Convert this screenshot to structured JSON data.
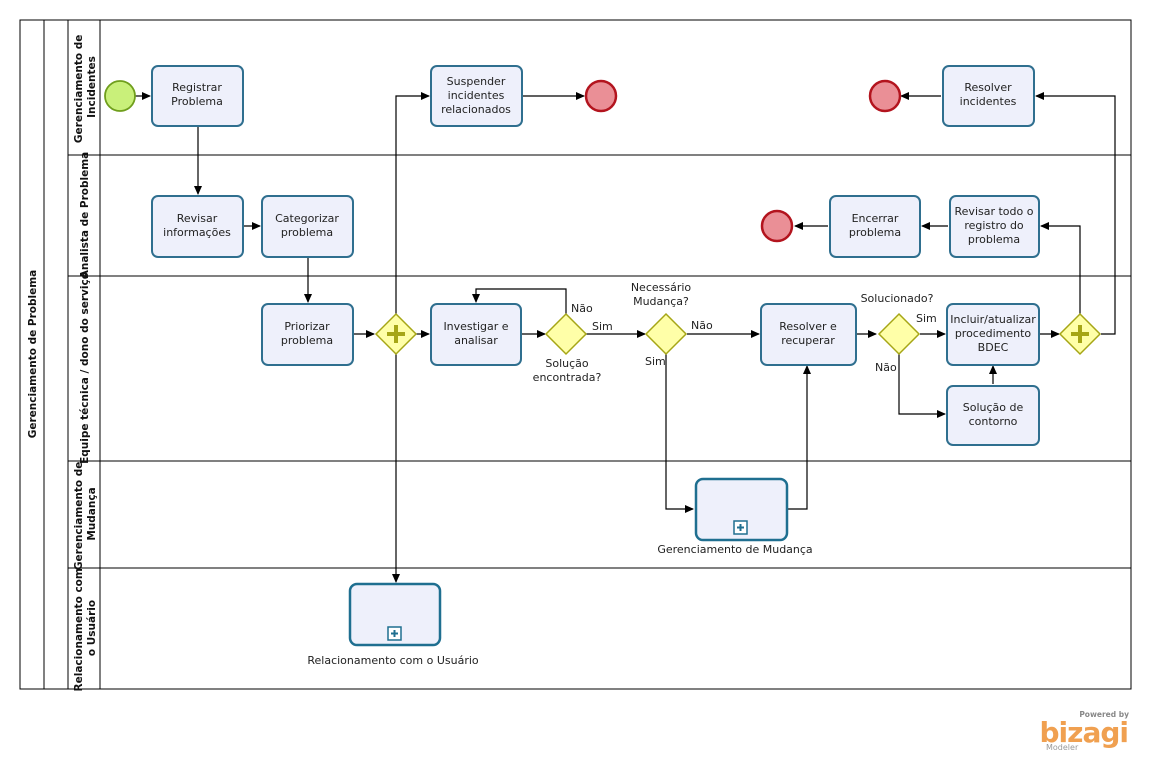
{
  "pool": {
    "title": "Gerenciamento de Problema"
  },
  "lanes": [
    {
      "id": "incidentes",
      "lines": [
        "Gerenciamento de",
        "Incidentes"
      ]
    },
    {
      "id": "analista",
      "lines": [
        "Analista de Problema"
      ]
    },
    {
      "id": "equipe",
      "lines": [
        "Equipe técnica / dono do serviço"
      ]
    },
    {
      "id": "mudanca",
      "lines": [
        "Gerenciamento de",
        "Mudança"
      ]
    },
    {
      "id": "usuario",
      "lines": [
        "Relacionamento com",
        "o Usuário"
      ]
    }
  ],
  "tasks": {
    "registrar": [
      "Registrar",
      "Problema"
    ],
    "suspender": [
      "Suspender",
      "incidentes",
      "relacionados"
    ],
    "resolver_incidentes": [
      "Resolver",
      "incidentes"
    ],
    "revisar_info": [
      "Revisar",
      "informações"
    ],
    "categorizar": [
      "Categorizar",
      "problema"
    ],
    "encerrar": [
      "Encerrar",
      "problema"
    ],
    "revisar_registro": [
      "Revisar todo o",
      "registro do",
      "problema"
    ],
    "priorizar": [
      "Priorizar",
      "problema"
    ],
    "investigar": [
      "Investigar e",
      "analisar"
    ],
    "resolver_recuperar": [
      "Resolver e",
      "recuperar"
    ],
    "incluir": [
      "Incluir/atualizar",
      "procedimento",
      "BDEC"
    ],
    "contorno": [
      "Solução de",
      "contorno"
    ]
  },
  "subprocesses": {
    "mudanca": "Gerenciamento de Mudança",
    "usuario": "Relacionamento com o Usuário"
  },
  "gateways": {
    "solucao": [
      "Solução",
      "encontrada?"
    ],
    "necessario": [
      "Necessário",
      "Mudança?"
    ],
    "solucionado": "Solucionado?"
  },
  "flow_labels": {
    "nao": "Não",
    "sim": "Sim"
  },
  "branding": {
    "powered": "Powered by",
    "name": "bizagi",
    "product": "Modeler"
  },
  "colors": {
    "task_fill": "#eef0fb",
    "task_stroke": "#2f6f8f",
    "gateway_fill": "#ffffa8",
    "start_fill": "#c9f07a",
    "end_fill": "#ea8f96"
  }
}
